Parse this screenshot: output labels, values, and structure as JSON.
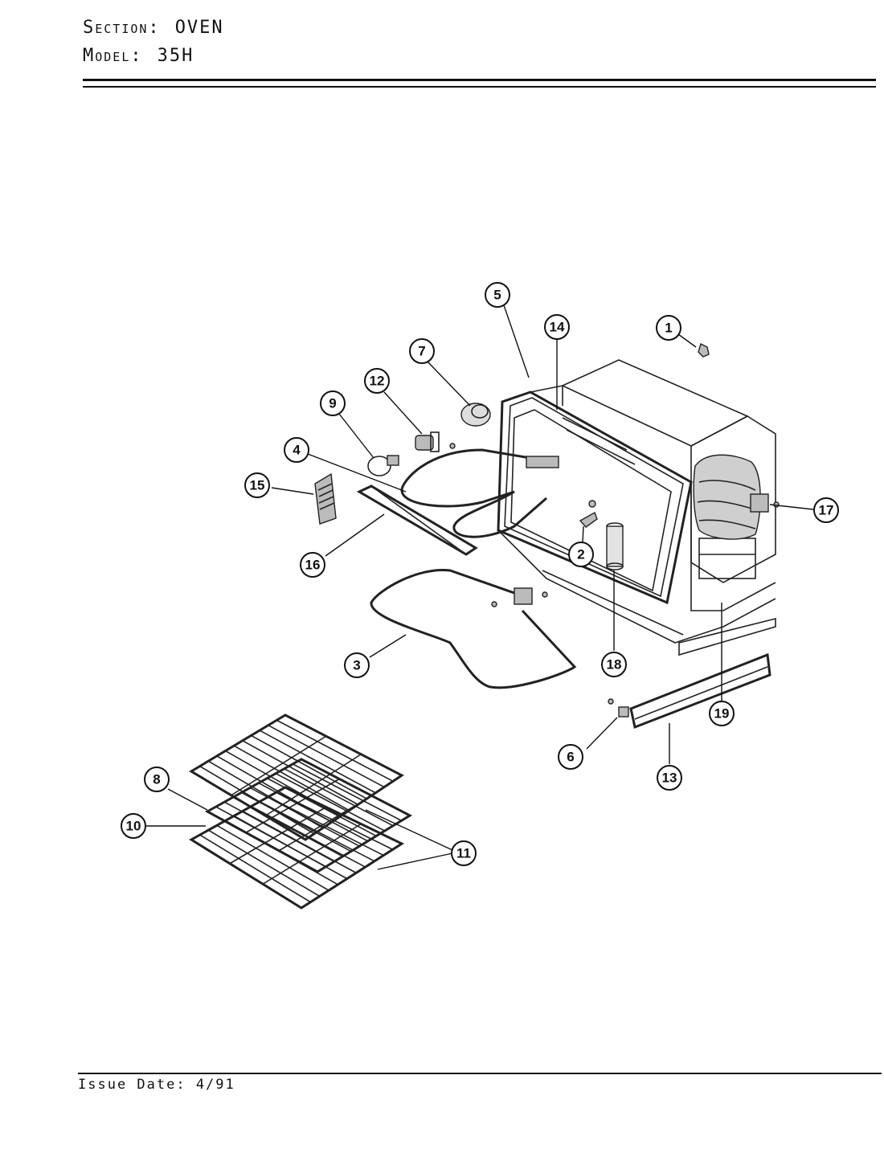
{
  "header": {
    "section_label": "Section:",
    "section_value": "OVEN",
    "model_label": "Model:",
    "model_value": "35H"
  },
  "footer": {
    "issue_date": "Issue Date: 4/91"
  },
  "callouts": {
    "c1": "1",
    "c2": "2",
    "c3": "3",
    "c4": "4",
    "c5": "5",
    "c6": "6",
    "c7": "7",
    "c8": "8",
    "c9": "9",
    "c10": "10",
    "c11": "11",
    "c12": "12",
    "c13": "13",
    "c14": "14",
    "c15": "15",
    "c16": "16",
    "c17": "17",
    "c18": "18",
    "c19": "19"
  }
}
